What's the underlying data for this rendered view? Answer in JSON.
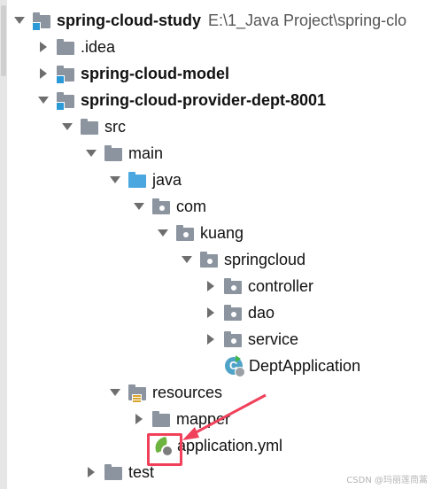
{
  "project": {
    "name": "spring-cloud-study",
    "path": "E:\\1_Java Project\\spring-clo"
  },
  "nodes": [
    {
      "label": ".idea"
    },
    {
      "label": "spring-cloud-model"
    },
    {
      "label": "spring-cloud-provider-dept-8001"
    },
    {
      "label": "src"
    },
    {
      "label": "main"
    },
    {
      "label": "java"
    },
    {
      "label": "com"
    },
    {
      "label": "kuang"
    },
    {
      "label": "springcloud"
    },
    {
      "label": "controller"
    },
    {
      "label": "dao"
    },
    {
      "label": "service"
    },
    {
      "label": "DeptApplication"
    },
    {
      "label": "resources"
    },
    {
      "label": "mapper"
    },
    {
      "label": "application.yml"
    },
    {
      "label": "test"
    }
  ],
  "watermark": "CSDN @玛丽莲茼蒿",
  "colors": {
    "folder": "#8c959f",
    "source_folder": "#4aa7e0",
    "annotation": "#f0405a"
  }
}
